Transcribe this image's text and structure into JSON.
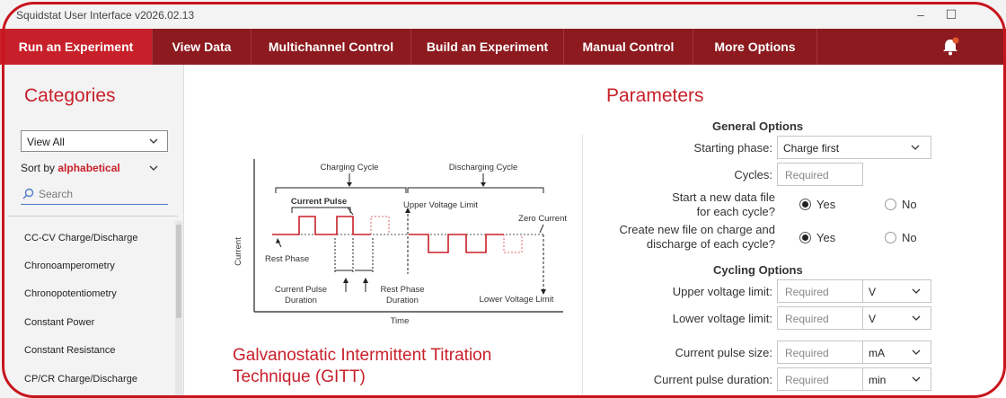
{
  "window": {
    "title": "Squidstat User Interface v2026.02.13"
  },
  "nav": {
    "items": [
      {
        "label": "Run an Experiment"
      },
      {
        "label": "View Data"
      },
      {
        "label": "Multichannel Control"
      },
      {
        "label": "Build an Experiment"
      },
      {
        "label": "Manual Control"
      },
      {
        "label": "More Options"
      }
    ]
  },
  "sidebar": {
    "title": "Categories",
    "filter_value": "View All",
    "sort_prefix": "Sort by",
    "sort_value": "alphabetical",
    "search_placeholder": "Search",
    "items": [
      {
        "label": "CC-CV Charge/Discharge"
      },
      {
        "label": "Chronoamperometry"
      },
      {
        "label": "Chronopotentiometry"
      },
      {
        "label": "Constant Power"
      },
      {
        "label": "Constant Resistance"
      },
      {
        "label": "CP/CR Charge/Discharge"
      }
    ]
  },
  "diagram": {
    "charging_cycle": "Charging Cycle",
    "discharging_cycle": "Discharging Cycle",
    "current_pulse": "Current Pulse",
    "upper_voltage_limit": "Upper Voltage Limit",
    "zero_current": "Zero Current",
    "rest_phase": "Rest Phase",
    "current_pulse_duration": [
      "Current Pulse",
      "Duration"
    ],
    "rest_phase_duration": [
      "Rest Phase",
      "Duration"
    ],
    "lower_voltage_limit": "Lower Voltage Limit",
    "y_axis": "Current",
    "x_axis": "Time"
  },
  "experiment": {
    "title_line1": "Galvanostatic Intermittent Titration",
    "title_line2": "Technique (GITT)"
  },
  "params": {
    "title": "Parameters",
    "general_header": "General Options",
    "starting_phase_label": "Starting phase:",
    "starting_phase_value": "Charge first",
    "cycles_label": "Cycles:",
    "cycles_placeholder": "Required",
    "new_file_label_1": "Start a new data file",
    "new_file_label_2": "for each cycle?",
    "new_file_yes": "Yes",
    "new_file_no": "No",
    "charge_file_label_1": "Create new file on charge and",
    "charge_file_label_2": "discharge of each cycle?",
    "charge_file_yes": "Yes",
    "charge_file_no": "No",
    "cycling_header": "Cycling Options",
    "upper_label": "Upper voltage limit:",
    "upper_placeholder": "Required",
    "upper_unit": "V",
    "lower_label": "Lower voltage limit:",
    "lower_placeholder": "Required",
    "lower_unit": "V",
    "pulse_size_label": "Current pulse size:",
    "pulse_size_placeholder": "Required",
    "pulse_size_unit": "mA",
    "pulse_dur_label": "Current pulse duration:",
    "pulse_dur_placeholder": "Required",
    "pulse_dur_unit": "min"
  }
}
